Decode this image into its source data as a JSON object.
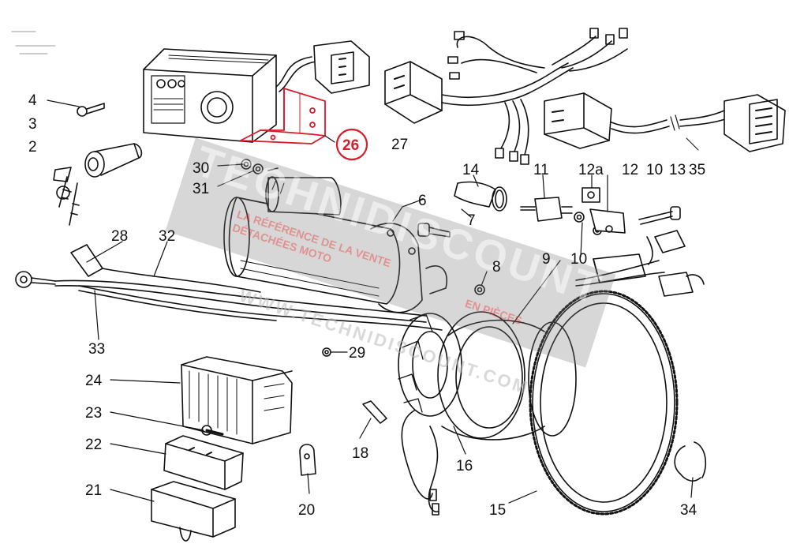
{
  "diagram": {
    "highlight_color": "#d91c2a",
    "line_color": "#111111",
    "parts": [
      {
        "id": "p1",
        "label": "4"
      },
      {
        "id": "p2",
        "label": "3"
      },
      {
        "id": "p3",
        "label": "2"
      },
      {
        "id": "p4",
        "label": "26",
        "highlighted": true
      },
      {
        "id": "p5",
        "label": "27"
      },
      {
        "id": "p6",
        "label": "30"
      },
      {
        "id": "p7",
        "label": "31"
      },
      {
        "id": "p8",
        "label": "14"
      },
      {
        "id": "p9",
        "label": "11"
      },
      {
        "id": "p10",
        "label": "12a"
      },
      {
        "id": "p11",
        "label": "12"
      },
      {
        "id": "p12",
        "label": "10"
      },
      {
        "id": "p13",
        "label": "13"
      },
      {
        "id": "p14",
        "label": "35"
      },
      {
        "id": "p15",
        "label": "6"
      },
      {
        "id": "p16",
        "label": "7"
      },
      {
        "id": "p17",
        "label": "10"
      },
      {
        "id": "p18",
        "label": "28"
      },
      {
        "id": "p19",
        "label": "32"
      },
      {
        "id": "p20",
        "label": "8"
      },
      {
        "id": "p21",
        "label": "9"
      },
      {
        "id": "p22",
        "label": "33"
      },
      {
        "id": "p23",
        "label": "29"
      },
      {
        "id": "p24",
        "label": "24"
      },
      {
        "id": "p25",
        "label": "23"
      },
      {
        "id": "p26",
        "label": "22"
      },
      {
        "id": "p27",
        "label": "21"
      },
      {
        "id": "p28",
        "label": "18"
      },
      {
        "id": "p29",
        "label": "16"
      },
      {
        "id": "p30",
        "label": "20"
      },
      {
        "id": "p31",
        "label": "15"
      },
      {
        "id": "p32",
        "label": "34"
      }
    ]
  },
  "watermark": {
    "brand": "TECHNIDISCOUNT",
    "tagline_line1": "LA RÉFÉRENCE DE LA VENTE",
    "tagline_line2": "DÉTACHÉES MOTO",
    "tagline_line3": "EN PIÈCES",
    "url": "WWW.TECHNIDISCOUNT.COM"
  }
}
